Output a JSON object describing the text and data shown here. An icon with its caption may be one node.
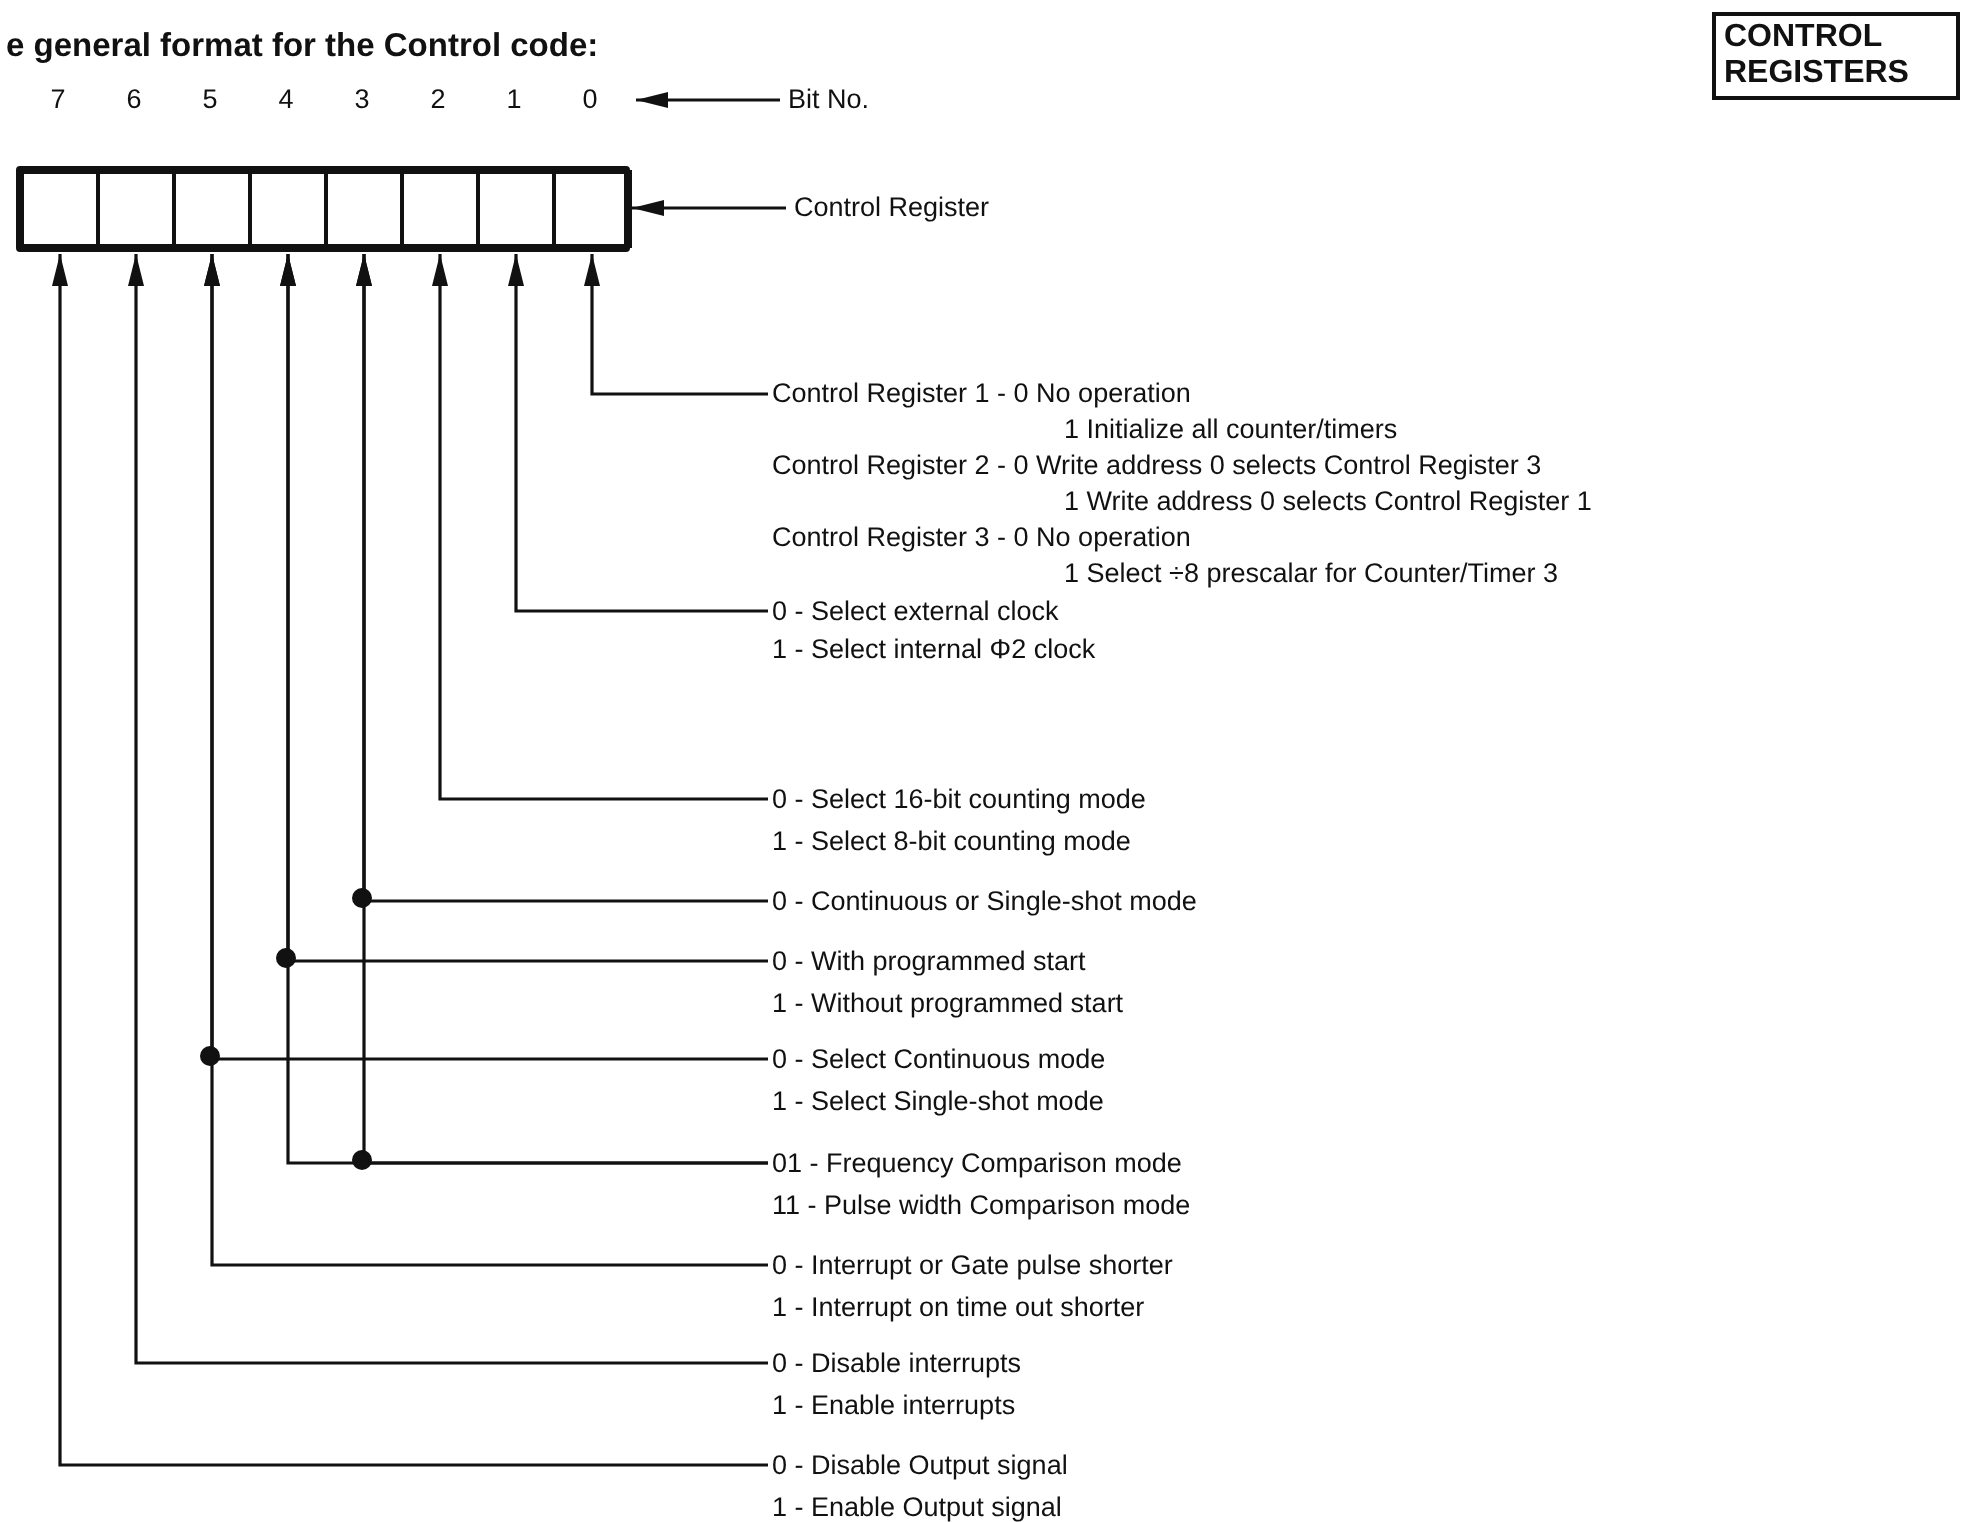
{
  "diagram": {
    "title": "e general format for the Control code:",
    "nodes": [
      {
        "text": [],
        "shape": "bar"
      },
      {
        "text": [],
        "shape": "box",
        "in": 0
      },
      {
        "text": [],
        "shape": "box",
        "in": 0
      },
      {
        "text": [],
        "shape": "box",
        "in": 0
      },
      {
        "text": [],
        "shape": "box",
        "in": 0
      },
      {
        "text": [],
        "shape": "box",
        "in": 0
      },
      {
        "text": [],
        "shape": "box",
        "in": 0
      },
      {
        "text": [],
        "shape": "box",
        "in": 0
      },
      {
        "text": [],
        "shape": "box",
        "in": 0
      },
      {
        "text": [
          "Bit No."
        ]
      },
      {
        "text": [
          "Control Register"
        ]
      },
      {
        "text": [
          "CONTROL REGISTERS"
        ]
      },
      {
        "text": [
          "Control Register 1 - 0 No operation",
          "1 Initialize all counter/timers",
          "Control Register 2 - 0 Write address 0 selects Control Register 3",
          "1 Write address 0 selects Control Register 1",
          "Control Register 3 - 0 No operation",
          "1 Select ÷8 prescalar for Counter/Timer 3"
        ]
      },
      {
        "text": [
          "0 - Select external clock",
          "1 - Select internal Φ2 clock"
        ]
      },
      {
        "text": [
          "0 - Select 16-bit counting mode",
          "1 - Select 8-bit counting mode"
        ]
      },
      {
        "text": [
          "0 - Continuous or Single-shot mode"
        ]
      },
      {
        "text": [
          "0 - With programmed start",
          "1 - Without programmed start"
        ]
      },
      {
        "text": [
          "0 - Select Continuous mode",
          "1 - Select Single-shot mode"
        ]
      },
      {
        "text": [
          "01 - Frequency Comparison mode",
          "11 - Pulse width Comparison mode"
        ]
      },
      {
        "text": [
          "0 - Interrupt or Gate pulse shorter",
          "1 - Interrupt on time out shorter"
        ]
      },
      {
        "text": [
          "0 - Disable interrupts",
          "1 - Enable interrupts"
        ]
      },
      {
        "text": [
          "0 - Disable Output signal",
          "1 - Enable Output signal"
        ]
      }
    ],
    "edges": [
      {
        "from": 9,
        "to": null,
        "arrow": "to"
      },
      {
        "from": 10,
        "to": 0,
        "arrow": "to"
      },
      {
        "from": 12,
        "to": 8,
        "arrow": "to"
      },
      {
        "from": 13,
        "to": 7,
        "arrow": "to"
      },
      {
        "from": 14,
        "to": 6,
        "arrow": "to"
      },
      {
        "from": 15,
        "to": 5,
        "arrow": "to"
      },
      {
        "from": 16,
        "to": 4,
        "arrow": "to"
      },
      {
        "from": 17,
        "to": 3,
        "arrow": "to"
      },
      {
        "from": 18,
        "to": 4,
        "arrow": "to"
      },
      {
        "from": 18,
        "to": 5,
        "arrow": "to"
      },
      {
        "from": 19,
        "to": 3,
        "arrow": "to"
      },
      {
        "from": 20,
        "to": 2,
        "arrow": "to"
      },
      {
        "from": 21,
        "to": 1,
        "arrow": "to"
      }
    ],
    "labels": [
      "7",
      "6",
      "5",
      "4",
      "3",
      "2",
      "1",
      "0"
    ]
  }
}
